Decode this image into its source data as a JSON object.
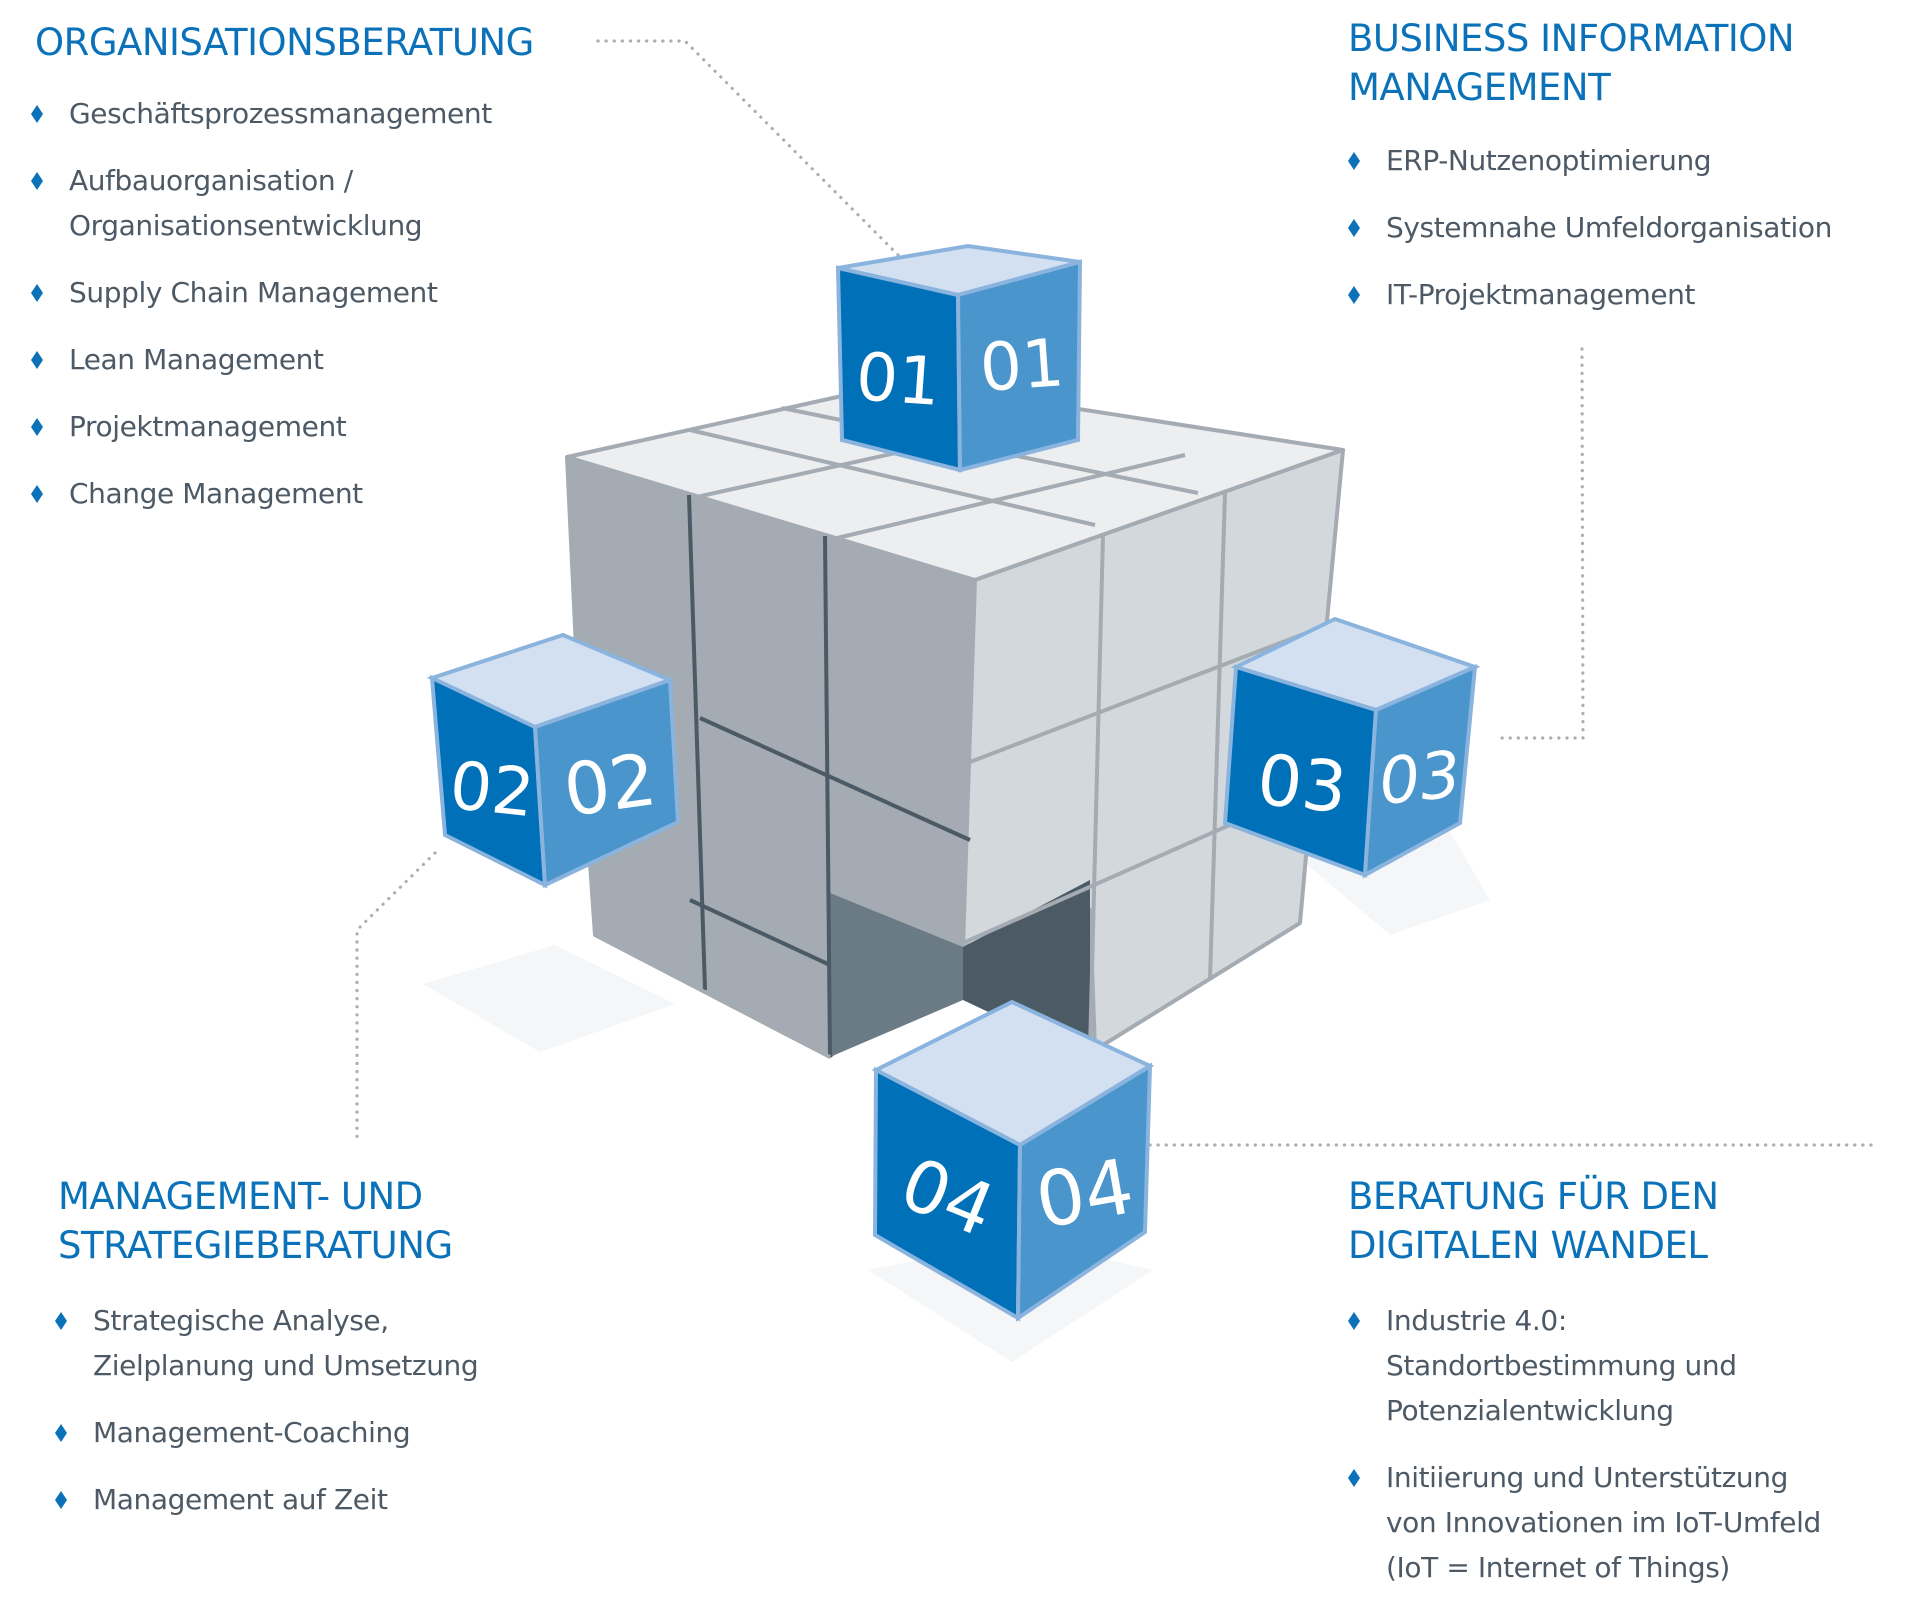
{
  "colors": {
    "accent": "#0b72b9",
    "text": "#4d5a66",
    "cube_front": "#0070b8",
    "cube_side": "#4a95cc",
    "cube_top": "#d3e0f1",
    "cube_edge": "#8ab4de",
    "grey_dark": "#a4abb2",
    "grey_light": "#d3d8dc",
    "grey_top": "#eceef0",
    "dotted_line": "#a9afb6"
  },
  "sections": [
    {
      "id": "01",
      "title_lines": [
        "ORGANISATIONSBERATUNG"
      ],
      "items": [
        {
          "lines": [
            "Geschäftsprozessmanagement"
          ]
        },
        {
          "lines": [
            "Aufbauorganisation /",
            "Organisationsentwicklung"
          ]
        },
        {
          "lines": [
            "Supply Chain Management"
          ]
        },
        {
          "lines": [
            "Lean Management"
          ]
        },
        {
          "lines": [
            "Projektmanagement"
          ]
        },
        {
          "lines": [
            "Change Management"
          ]
        }
      ]
    },
    {
      "id": "02",
      "title_lines": [
        "MANAGEMENT- UND",
        "STRATEGIEBERATUNG"
      ],
      "items": [
        {
          "lines": [
            "Strategische Analyse,",
            "Zielplanung und Umsetzung"
          ]
        },
        {
          "lines": [
            "Management-Coaching"
          ]
        },
        {
          "lines": [
            "Management auf Zeit"
          ]
        }
      ]
    },
    {
      "id": "03",
      "title_lines": [
        "BUSINESS INFORMATION",
        "MANAGEMENT"
      ],
      "items": [
        {
          "lines": [
            "ERP-Nutzenoptimierung"
          ]
        },
        {
          "lines": [
            "Systemnahe Umfeldorganisation"
          ]
        },
        {
          "lines": [
            "IT-Projektmanagement"
          ]
        }
      ]
    },
    {
      "id": "04",
      "title_lines": [
        "BERATUNG FÜR DEN",
        "DIGITALEN WANDEL"
      ],
      "items": [
        {
          "lines": [
            "Industrie 4.0:",
            "Standortbestimmung und",
            "Potenzialentwicklung"
          ]
        },
        {
          "lines": [
            "Initiierung und Unterstützung",
            "von Innovationen im IoT-Umfeld",
            "(IoT = Internet of Things)"
          ]
        }
      ]
    }
  ],
  "cubes": [
    {
      "number": "01",
      "front_label": "01",
      "side_label": "01"
    },
    {
      "number": "02",
      "front_label": "02",
      "side_label": "02"
    },
    {
      "number": "03",
      "front_label": "03",
      "side_label": "03"
    },
    {
      "number": "04",
      "front_label": "04",
      "side_label": "04"
    }
  ]
}
